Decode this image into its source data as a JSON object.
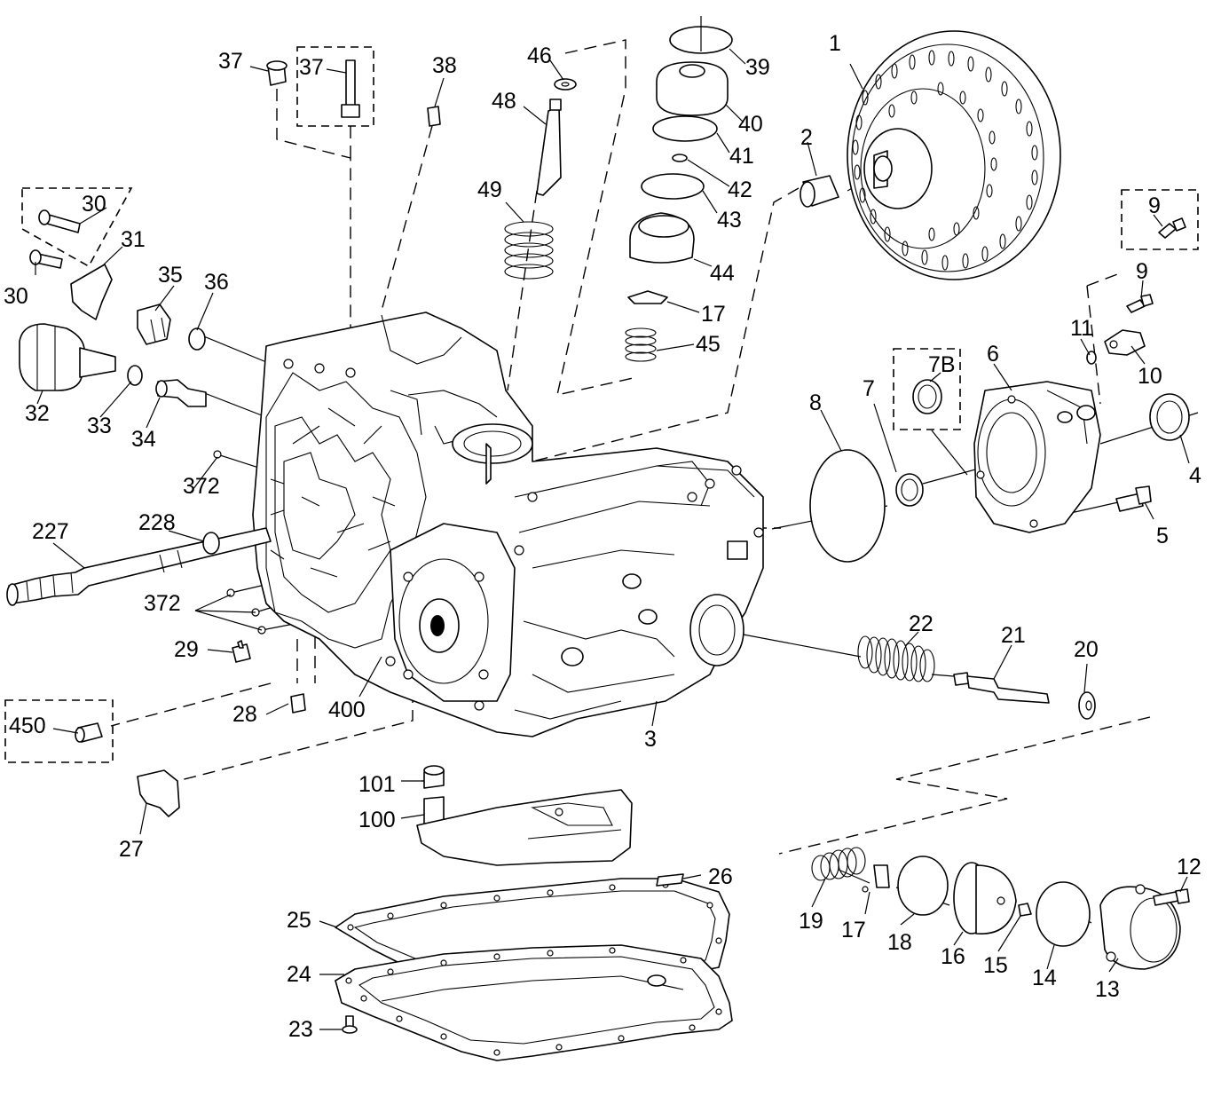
{
  "callouts": [
    {
      "id": "c1",
      "text": "1"
    },
    {
      "id": "c2",
      "text": "2"
    },
    {
      "id": "c3",
      "text": "3"
    },
    {
      "id": "c4",
      "text": "4"
    },
    {
      "id": "c5",
      "text": "5"
    },
    {
      "id": "c6",
      "text": "6"
    },
    {
      "id": "c7",
      "text": "7"
    },
    {
      "id": "c7b",
      "text": "7B"
    },
    {
      "id": "c8",
      "text": "8"
    },
    {
      "id": "c9a",
      "text": "9"
    },
    {
      "id": "c9b",
      "text": "9"
    },
    {
      "id": "c10",
      "text": "10"
    },
    {
      "id": "c11",
      "text": "11"
    },
    {
      "id": "c12",
      "text": "12"
    },
    {
      "id": "c13",
      "text": "13"
    },
    {
      "id": "c14",
      "text": "14"
    },
    {
      "id": "c15",
      "text": "15"
    },
    {
      "id": "c16",
      "text": "16"
    },
    {
      "id": "c17a",
      "text": "17"
    },
    {
      "id": "c17b",
      "text": "17"
    },
    {
      "id": "c18",
      "text": "18"
    },
    {
      "id": "c19",
      "text": "19"
    },
    {
      "id": "c20",
      "text": "20"
    },
    {
      "id": "c21",
      "text": "21"
    },
    {
      "id": "c22",
      "text": "22"
    },
    {
      "id": "c23",
      "text": "23"
    },
    {
      "id": "c24",
      "text": "24"
    },
    {
      "id": "c25",
      "text": "25"
    },
    {
      "id": "c26",
      "text": "26"
    },
    {
      "id": "c27",
      "text": "27"
    },
    {
      "id": "c28",
      "text": "28"
    },
    {
      "id": "c29",
      "text": "29"
    },
    {
      "id": "c30a",
      "text": "30"
    },
    {
      "id": "c30b",
      "text": "30"
    },
    {
      "id": "c31",
      "text": "31"
    },
    {
      "id": "c32",
      "text": "32"
    },
    {
      "id": "c33",
      "text": "33"
    },
    {
      "id": "c34",
      "text": "34"
    },
    {
      "id": "c35",
      "text": "35"
    },
    {
      "id": "c36",
      "text": "36"
    },
    {
      "id": "c37a",
      "text": "37"
    },
    {
      "id": "c37b",
      "text": "37"
    },
    {
      "id": "c38",
      "text": "38"
    },
    {
      "id": "c39",
      "text": "39"
    },
    {
      "id": "c40",
      "text": "40"
    },
    {
      "id": "c41",
      "text": "41"
    },
    {
      "id": "c42",
      "text": "42"
    },
    {
      "id": "c43",
      "text": "43"
    },
    {
      "id": "c44",
      "text": "44"
    },
    {
      "id": "c45",
      "text": "45"
    },
    {
      "id": "c46",
      "text": "46"
    },
    {
      "id": "c48",
      "text": "48"
    },
    {
      "id": "c49",
      "text": "49"
    },
    {
      "id": "c100",
      "text": "100"
    },
    {
      "id": "c101",
      "text": "101"
    },
    {
      "id": "c227",
      "text": "227"
    },
    {
      "id": "c228",
      "text": "228"
    },
    {
      "id": "c372a",
      "text": "372"
    },
    {
      "id": "c372b",
      "text": "372"
    },
    {
      "id": "c400",
      "text": "400"
    },
    {
      "id": "c450",
      "text": "450"
    }
  ]
}
